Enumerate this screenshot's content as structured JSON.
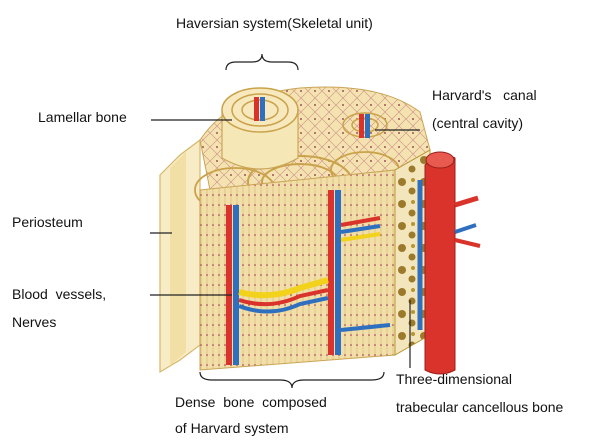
{
  "labels": {
    "haversian_system": "Haversian system(Skeletal unit)",
    "lamellar_bone": "Lamellar bone",
    "harvard_canal_line1": "Harvard's   canal",
    "harvard_canal_line2": "(central cavity)",
    "periosteum": "Periosteum",
    "blood_vessels_line1": "Blood  vessels,",
    "blood_vessels_line2": "Nerves",
    "dense_bone_line1": "Dense  bone  composed",
    "dense_bone_line2": "of Harvard system",
    "trabecular_line1": "Three-dimensional",
    "trabecular_line2": "trabecular cancellous bone"
  },
  "colors": {
    "bone": "#f4e3b0",
    "bone_shade": "#e9d394",
    "ring": "#c9a24a",
    "artery": "#d9332b",
    "vein": "#2f6fc0",
    "nerve": "#f2d21b",
    "canaliculi": "#9a2a55",
    "leader": "#222222"
  }
}
